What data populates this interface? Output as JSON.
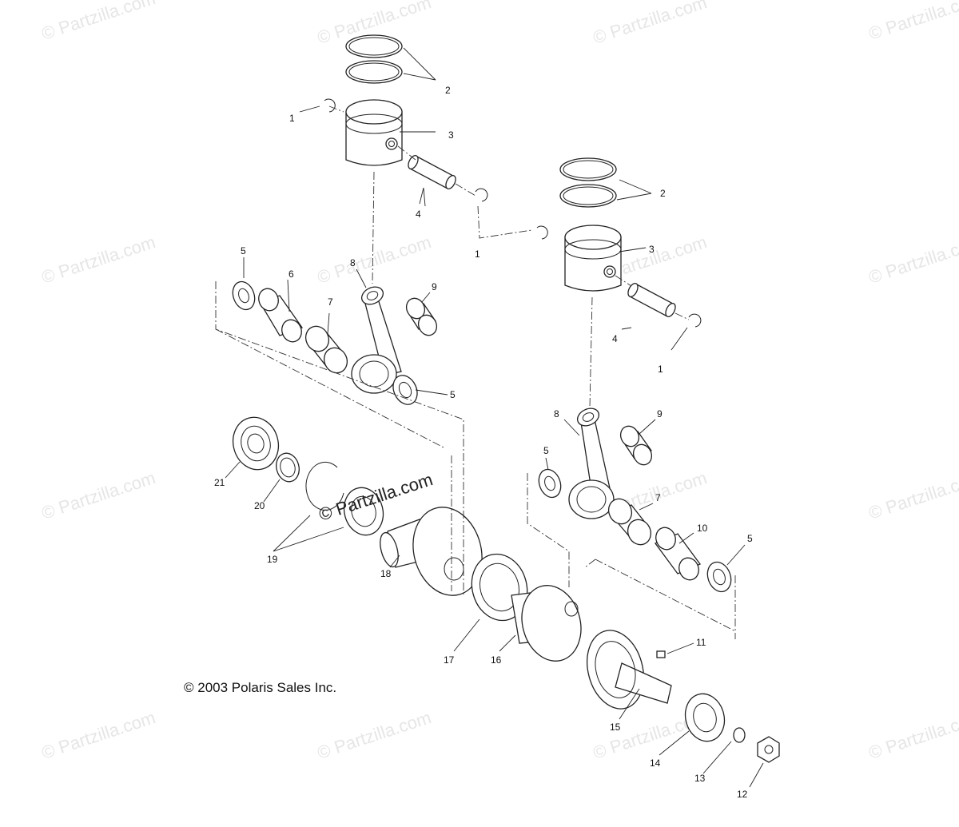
{
  "watermark": "© Partzilla.com",
  "center_watermark": "© Partzilla.com",
  "copyright": "© 2003 Polaris Sales Inc.",
  "callouts": [
    {
      "id": "c1a",
      "text": "1"
    },
    {
      "id": "c2a",
      "text": "2"
    },
    {
      "id": "c3a",
      "text": "3"
    },
    {
      "id": "c4a",
      "text": "4"
    },
    {
      "id": "c1b",
      "text": "1"
    },
    {
      "id": "c2b",
      "text": "2"
    },
    {
      "id": "c3b",
      "text": "3"
    },
    {
      "id": "c4b",
      "text": "4"
    },
    {
      "id": "c1c",
      "text": "1"
    },
    {
      "id": "c5a",
      "text": "5"
    },
    {
      "id": "c6",
      "text": "6"
    },
    {
      "id": "c7a",
      "text": "7"
    },
    {
      "id": "c8a",
      "text": "8"
    },
    {
      "id": "c9a",
      "text": "9"
    },
    {
      "id": "c5b",
      "text": "5"
    },
    {
      "id": "c8b",
      "text": "8"
    },
    {
      "id": "c9b",
      "text": "9"
    },
    {
      "id": "c5c",
      "text": "5"
    },
    {
      "id": "c7b",
      "text": "7"
    },
    {
      "id": "c10",
      "text": "10"
    },
    {
      "id": "c5d",
      "text": "5"
    },
    {
      "id": "c21",
      "text": "21"
    },
    {
      "id": "c20",
      "text": "20"
    },
    {
      "id": "c19",
      "text": "19"
    },
    {
      "id": "c18",
      "text": "18"
    },
    {
      "id": "c17",
      "text": "17"
    },
    {
      "id": "c16",
      "text": "16"
    },
    {
      "id": "c11",
      "text": "11"
    },
    {
      "id": "c15",
      "text": "15"
    },
    {
      "id": "c14",
      "text": "14"
    },
    {
      "id": "c13",
      "text": "13"
    },
    {
      "id": "c12",
      "text": "12"
    }
  ]
}
